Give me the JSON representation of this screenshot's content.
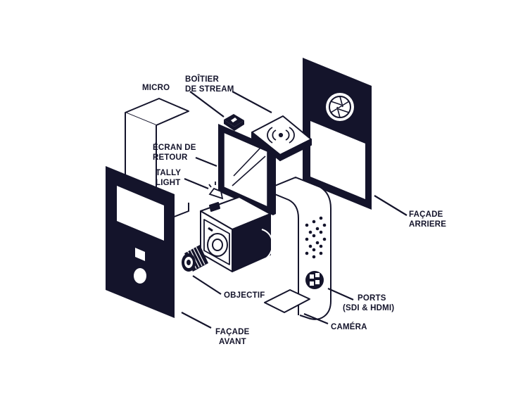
{
  "colors": {
    "ink": "#14142b",
    "paper": "#ffffff"
  },
  "labels": {
    "micro": "MICRO",
    "boitier_1": "BOÎTIER",
    "boitier_2": "DE STREAM",
    "ecran_1": "ÉCRAN DE",
    "ecran_2": "RETOUR",
    "tally_1": "TALLY",
    "tally_2": "LIGHT",
    "facade_arriere_1": "FAÇADE",
    "facade_arriere_2": "ARRIERE",
    "objectif": "OBJECTIF",
    "ports_1": "PORTS",
    "ports_2": "(SDI & HDMI)",
    "camera": "CAMÉRA",
    "facade_avant_1": "FAÇADE",
    "facade_avant_2": "AVANT"
  },
  "icons": [
    "wifi-icon",
    "aperture-icon",
    "microphone-icon",
    "tally-light-icon",
    "lens-icon",
    "ports-icon"
  ]
}
